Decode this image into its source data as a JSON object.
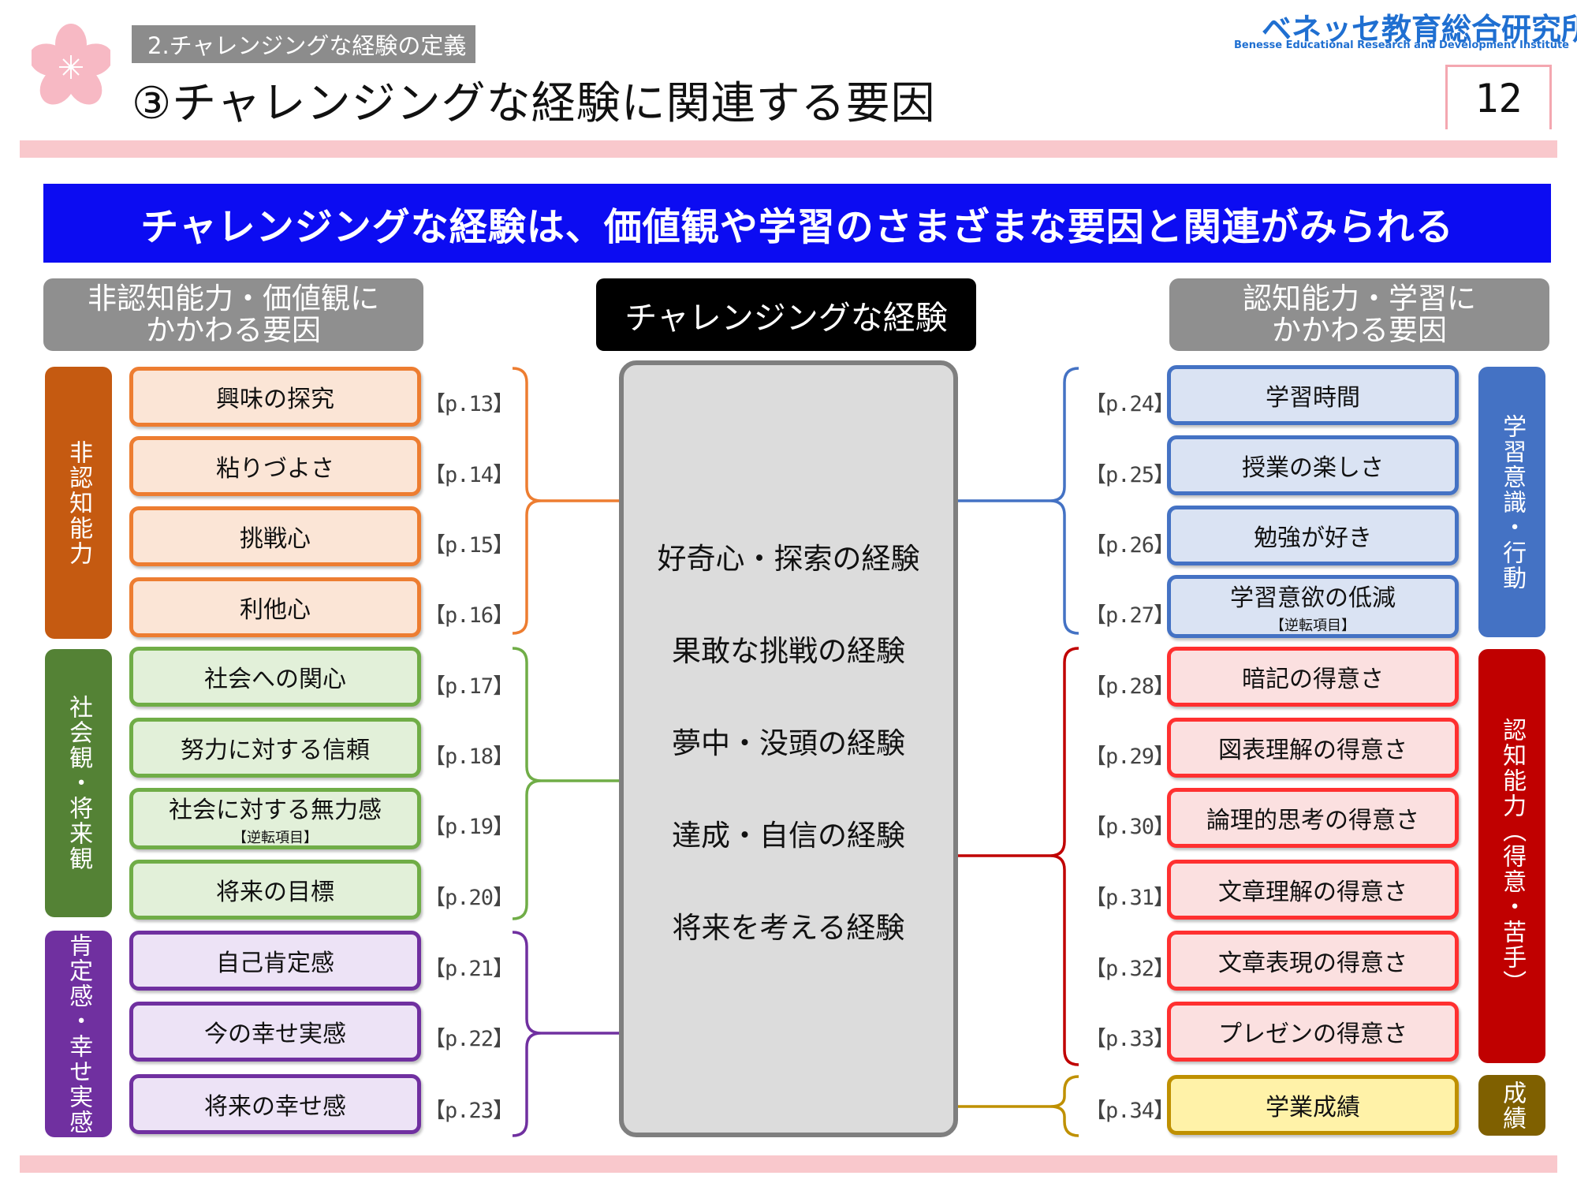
{
  "header": {
    "section_tag": "2.チャレンジングな経験の定義",
    "title": "③チャレンジングな経験に関連する要因",
    "logo_main": "ベネッセ教育総合研究所",
    "logo_sub": "Benesse Educational Research and Development Institute",
    "page_number": "12"
  },
  "banner": "チャレンジングな経験は、価値観や学習のさまざまな要因と関連がみられる",
  "left_header": "非認知能力・価値観に\nかかわる要因",
  "center_header": "チャレンジングな経験",
  "right_header": "認知能力・学習に\nかかわる要因",
  "left_categories": [
    {
      "label": "非認知能力",
      "color": "#c55a11"
    },
    {
      "label": "社会観・将来観",
      "color": "#548235"
    },
    {
      "label": "肯定感・幸せ実感",
      "color": "#7030a0"
    }
  ],
  "right_categories": [
    {
      "label": "学習意識・行動",
      "color": "#4472c4"
    },
    {
      "label": "認知能力（得意・苦手）",
      "color": "#c00000"
    },
    {
      "label": "成績",
      "color": "#7f6000"
    }
  ],
  "left_factors": [
    {
      "label": "興味の探究",
      "page": "【p.13】",
      "note": ""
    },
    {
      "label": "粘りづよさ",
      "page": "【p.14】",
      "note": ""
    },
    {
      "label": "挑戦心",
      "page": "【p.15】",
      "note": ""
    },
    {
      "label": "利他心",
      "page": "【p.16】",
      "note": ""
    },
    {
      "label": "社会への関心",
      "page": "【p.17】",
      "note": ""
    },
    {
      "label": "努力に対する信頼",
      "page": "【p.18】",
      "note": ""
    },
    {
      "label": "社会に対する無力感",
      "page": "【p.19】",
      "note": "【逆転項目】"
    },
    {
      "label": "将来の目標",
      "page": "【p.20】",
      "note": ""
    },
    {
      "label": "自己肯定感",
      "page": "【p.21】",
      "note": ""
    },
    {
      "label": "今の幸せ実感",
      "page": "【p.22】",
      "note": ""
    },
    {
      "label": "将来の幸せ感",
      "page": "【p.23】",
      "note": ""
    }
  ],
  "right_factors": [
    {
      "label": "学習時間",
      "page": "【p.24】",
      "note": ""
    },
    {
      "label": "授業の楽しさ",
      "page": "【p.25】",
      "note": ""
    },
    {
      "label": "勉強が好き",
      "page": "【p.26】",
      "note": ""
    },
    {
      "label": "学習意欲の低減",
      "page": "【p.27】",
      "note": "【逆転項目】"
    },
    {
      "label": "暗記の得意さ",
      "page": "【p.28】",
      "note": ""
    },
    {
      "label": "図表理解の得意さ",
      "page": "【p.29】",
      "note": ""
    },
    {
      "label": "論理的思考の得意さ",
      "page": "【p.30】",
      "note": ""
    },
    {
      "label": "文章理解の得意さ",
      "page": "【p.31】",
      "note": ""
    },
    {
      "label": "文章表現の得意さ",
      "page": "【p.32】",
      "note": ""
    },
    {
      "label": "プレゼンの得意さ",
      "page": "【p.33】",
      "note": ""
    },
    {
      "label": "学業成績",
      "page": "【p.34】",
      "note": ""
    }
  ],
  "experiences": [
    "好奇心・探索の経験",
    "果敢な挑戦の経験",
    "夢中・没頭の経験",
    "達成・自信の経験",
    "将来を考える経験"
  ],
  "colors": {
    "orange": "#ed7d31",
    "orange_fill": "#fbe5d6",
    "green": "#70ad47",
    "green_fill": "#e2f0d9",
    "purple": "#7030a0",
    "purple_fill": "#ede3f6",
    "blue": "#4472c4",
    "blue_fill": "#dae3f3",
    "red": "#ff0000",
    "red_fill": "#fbe0e0",
    "gold": "#bf9000",
    "gold_fill": "#fff2a8",
    "banner": "#0c0cf2"
  }
}
